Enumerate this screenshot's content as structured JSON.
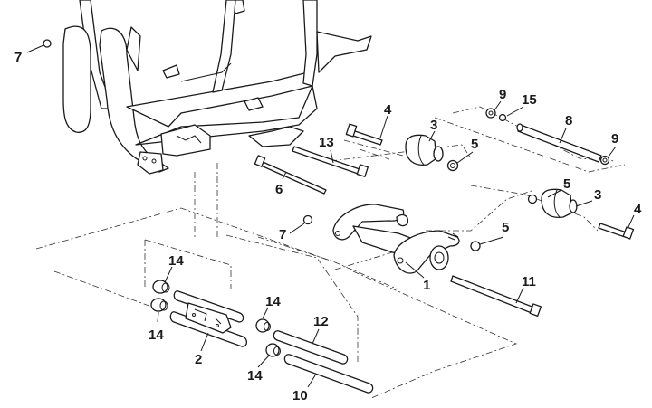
{
  "diagram": {
    "type": "exploded-parts-view",
    "subject": "frame and swing arm mounting assembly",
    "callouts": [
      {
        "id": "c7a",
        "label": "7"
      },
      {
        "id": "c4a",
        "label": "4"
      },
      {
        "id": "c3a",
        "label": "3"
      },
      {
        "id": "c5a",
        "label": "5"
      },
      {
        "id": "c9a",
        "label": "9"
      },
      {
        "id": "c15",
        "label": "15"
      },
      {
        "id": "c8",
        "label": "8"
      },
      {
        "id": "c9b",
        "label": "9"
      },
      {
        "id": "c13",
        "label": "13"
      },
      {
        "id": "c6",
        "label": "6"
      },
      {
        "id": "c5b",
        "label": "5"
      },
      {
        "id": "c3b",
        "label": "3"
      },
      {
        "id": "c4b",
        "label": "4"
      },
      {
        "id": "c7b",
        "label": "7"
      },
      {
        "id": "c5c",
        "label": "5"
      },
      {
        "id": "c1",
        "label": "1"
      },
      {
        "id": "c11",
        "label": "11"
      },
      {
        "id": "c14a",
        "label": "14"
      },
      {
        "id": "c14b",
        "label": "14"
      },
      {
        "id": "c14c",
        "label": "14"
      },
      {
        "id": "c14d",
        "label": "14"
      },
      {
        "id": "c12",
        "label": "12"
      },
      {
        "id": "c2",
        "label": "2"
      },
      {
        "id": "c10",
        "label": "10"
      }
    ]
  }
}
